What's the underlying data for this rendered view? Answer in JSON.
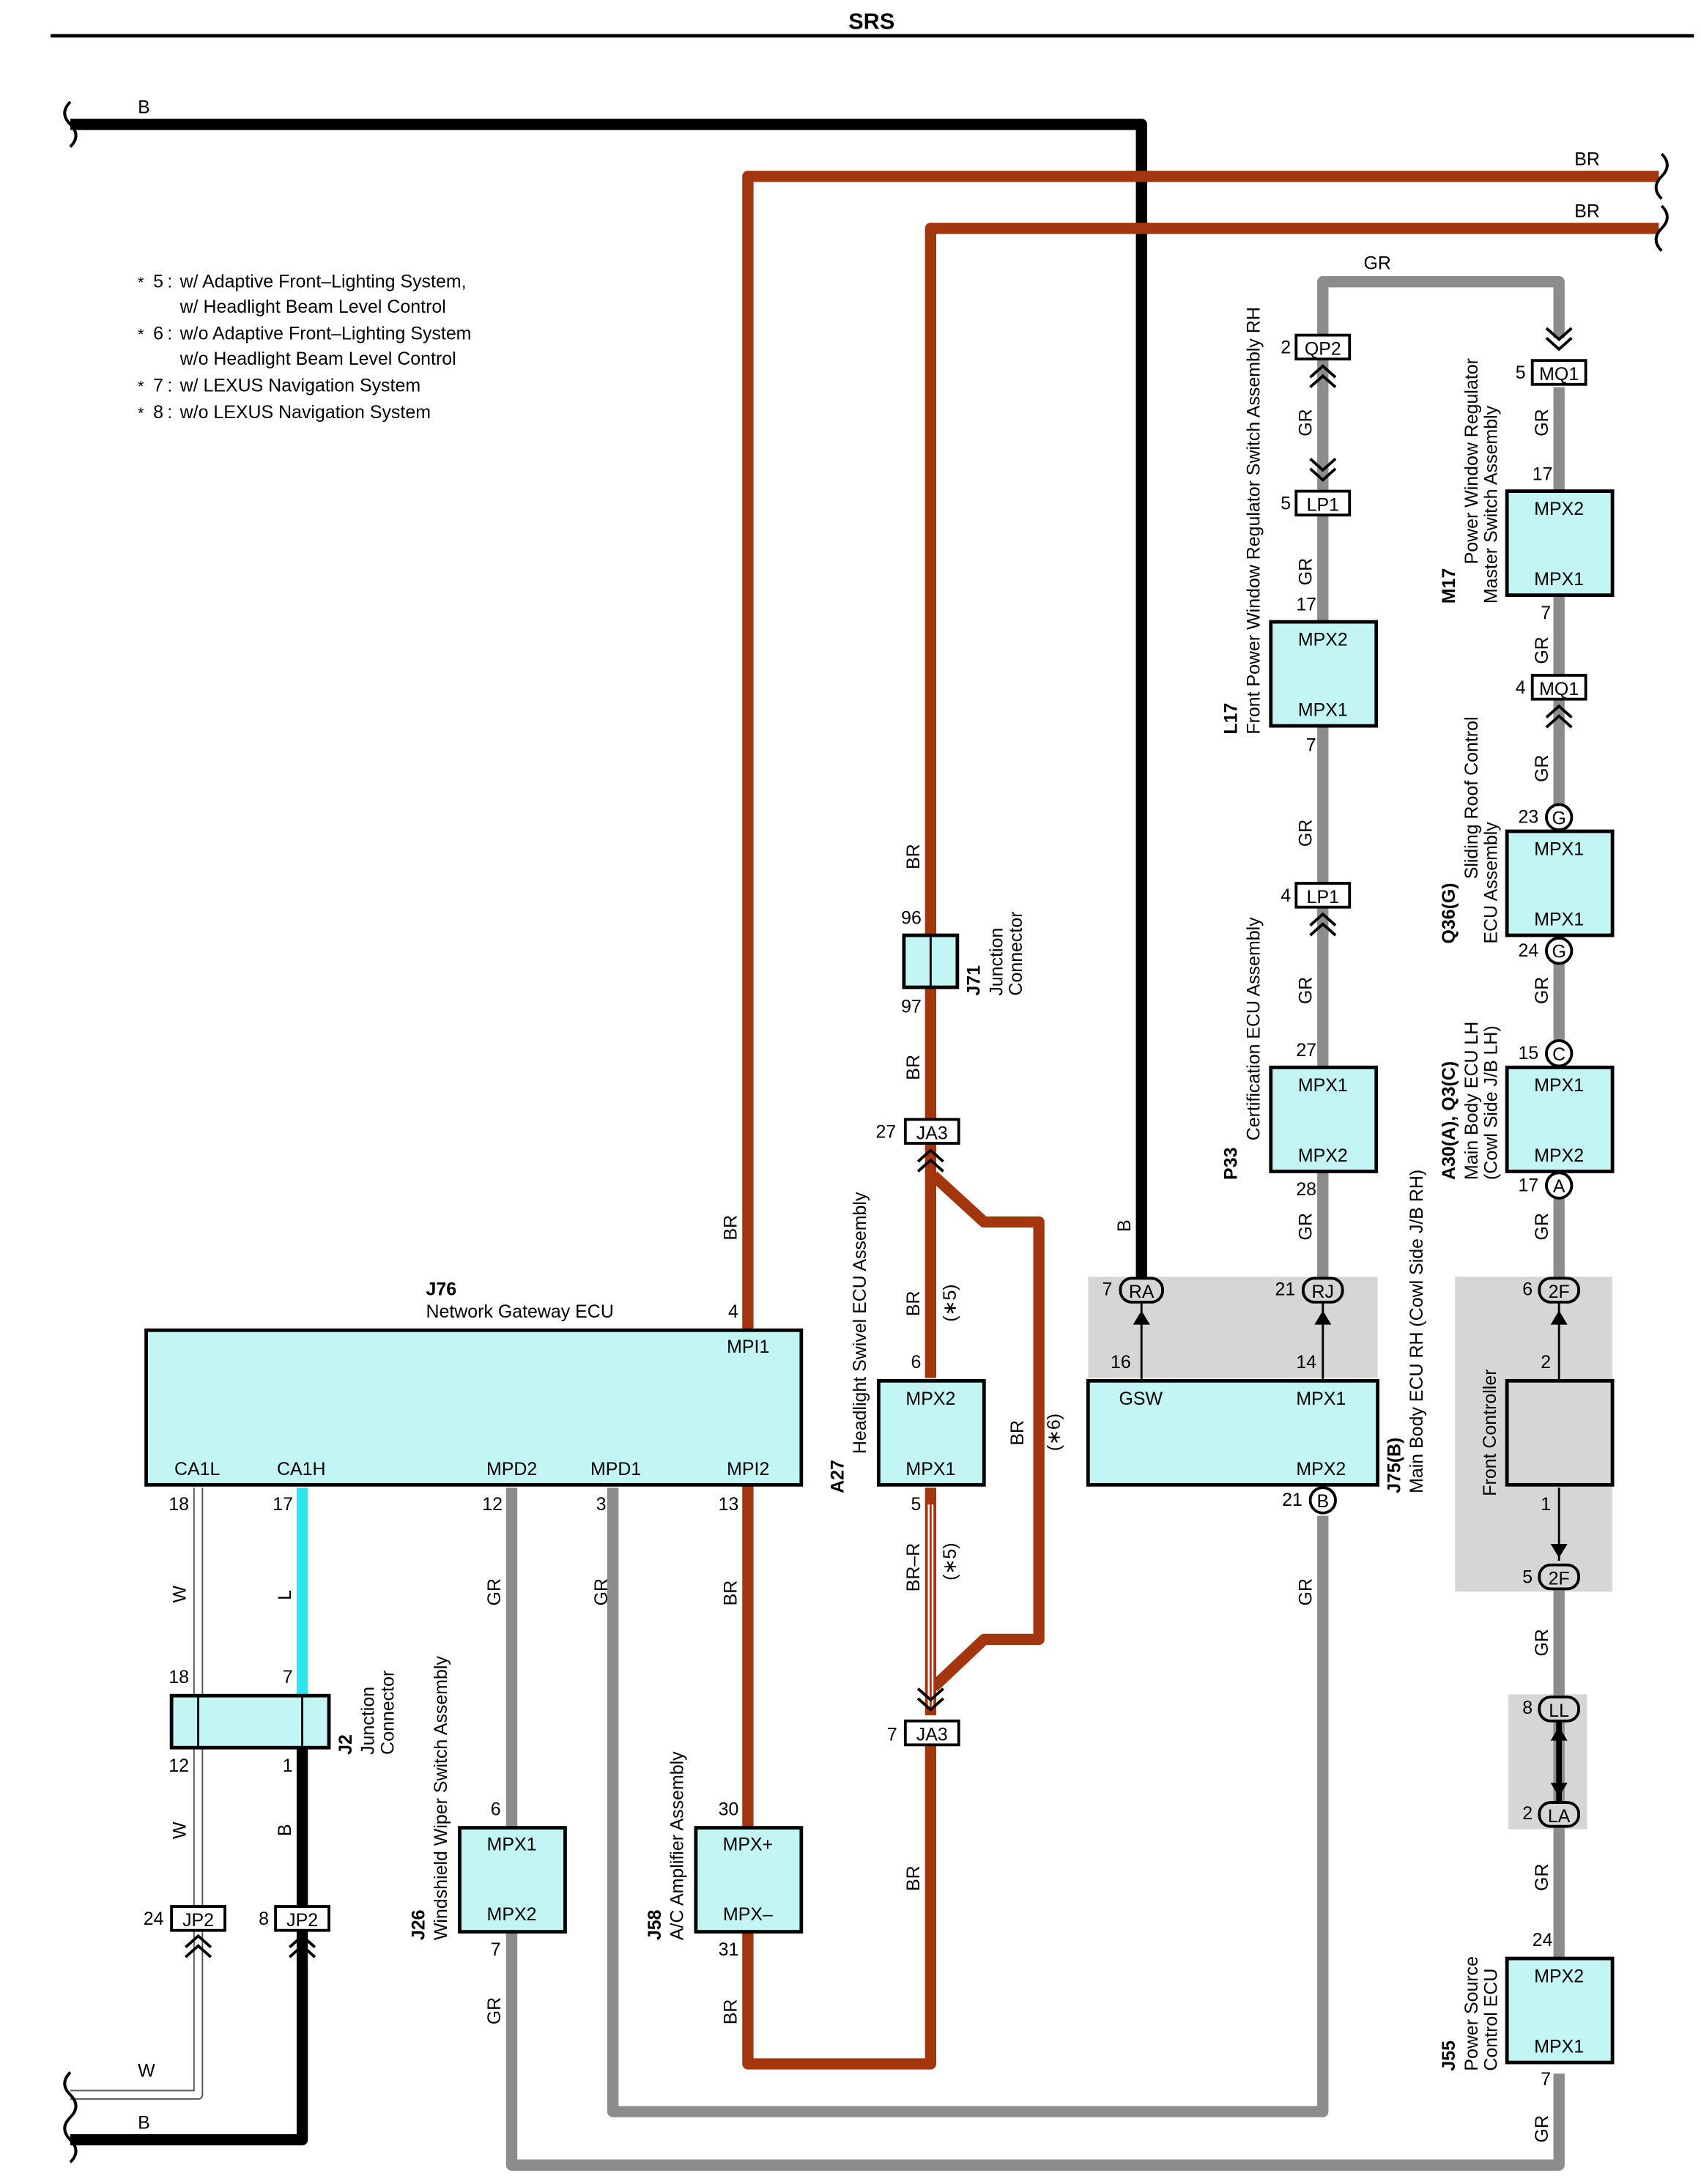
{
  "page": {
    "title": "SRS"
  },
  "notes": [
    {
      "marker": "*",
      "num": "5",
      "text": "w/ Adaptive Front–Lighting System,",
      "cont": "w/ Headlight Beam Level Control"
    },
    {
      "marker": "*",
      "num": "6",
      "text": "w/o Adaptive Front–Lighting System",
      "cont": "w/o Headlight Beam Level Control"
    },
    {
      "marker": "*",
      "num": "7",
      "text": "w/ LEXUS Navigation System",
      "cont": ""
    },
    {
      "marker": "*",
      "num": "8",
      "text": "w/o LEXUS Navigation System",
      "cont": ""
    }
  ],
  "wire_colors": {
    "B": "#000000",
    "BR": "#a3360e",
    "GR": "#8c8c8c",
    "W": "#ffffff",
    "L": "#2ee6f0",
    "BR-R": "#c9291b"
  },
  "colors": {
    "component_fill": "#c4f5f5",
    "shade": "#d6d6d6",
    "line": "#000000"
  },
  "components": {
    "j76": {
      "code": "J76",
      "name": "Network Gateway ECU",
      "pins": [
        "MPI1",
        "CA1L",
        "CA1H",
        "MPD2",
        "MPD1",
        "MPI2"
      ]
    },
    "j2": {
      "code": "J2",
      "name1": "Junction",
      "name2": "Connector"
    },
    "j71": {
      "code": "J71",
      "name1": "Junction",
      "name2": "Connector"
    },
    "a27": {
      "code": "A27",
      "name": "Headlight Swivel ECU Assembly",
      "top": "MPX2",
      "bottom": "MPX1"
    },
    "j26": {
      "code": "J26",
      "name": "Windshield Wiper Switch Assembly",
      "top": "MPX1",
      "bottom": "MPX2"
    },
    "j58": {
      "code": "J58",
      "name": "A/C Amplifier Assembly",
      "top": "MPX+",
      "bottom": "MPX–"
    },
    "j75": {
      "code": "J75(B)",
      "name": "Main Body ECU RH (Cowl Side J/B RH)",
      "left": "GSW",
      "right_top": "MPX1",
      "right_bottom": "MPX2"
    },
    "l17": {
      "code": "L17",
      "name": "Front Power Window Regulator Switch Assembly RH",
      "top": "MPX2",
      "bottom": "MPX1"
    },
    "p33": {
      "code": "P33",
      "name": "Certification ECU Assembly",
      "top": "MPX1",
      "bottom": "MPX2"
    },
    "m17": {
      "code": "M17",
      "name1": "Power Window Regulator",
      "name2": "Master Switch Assembly",
      "top": "MPX2",
      "bottom": "MPX1"
    },
    "q36": {
      "code": "Q36(G)",
      "name1": "Sliding Roof Control",
      "name2": "ECU Assembly",
      "top": "MPX1",
      "bottom": "MPX1"
    },
    "a30": {
      "code": "A30(A), Q3(C)",
      "name1": "Main Body ECU LH",
      "name2": "(Cowl Side J/B LH)",
      "top": "MPX1",
      "bottom": "MPX2"
    },
    "fc": {
      "name": "Front Controller"
    },
    "j55": {
      "code": "J55",
      "name1": "Power Source",
      "name2": "Control ECU",
      "top": "MPX2",
      "bottom": "MPX1"
    }
  },
  "connectors": {
    "jp2": "JP2",
    "ja3": "JA3",
    "qp2": "QP2",
    "lp1": "LP1",
    "mq1": "MQ1",
    "ra": "RA",
    "rj": "RJ",
    "b": "B",
    "g": "G",
    "c": "C",
    "a": "A",
    "f2": "2F",
    "ll": "LL",
    "la": "LA"
  },
  "wire_labels": {
    "b": "B",
    "br": "BR",
    "gr": "GR",
    "w": "W",
    "l": "L",
    "brr": "BR–R",
    "s5": "(∗5)",
    "s6": "(∗6)"
  },
  "pins": {
    "p2": "2",
    "p4": "4",
    "p5": "5",
    "p6": "6",
    "p7": "7",
    "p1": "1",
    "p3": "3",
    "p8": "8",
    "p12": "12",
    "p13": "13",
    "p14": "14",
    "p15": "15",
    "p16": "16",
    "p17": "17",
    "p18": "18",
    "p21": "21",
    "p23": "23",
    "p24": "24",
    "p27": "27",
    "p28": "28",
    "p30": "30",
    "p31": "31",
    "p96": "96",
    "p97": "97"
  }
}
